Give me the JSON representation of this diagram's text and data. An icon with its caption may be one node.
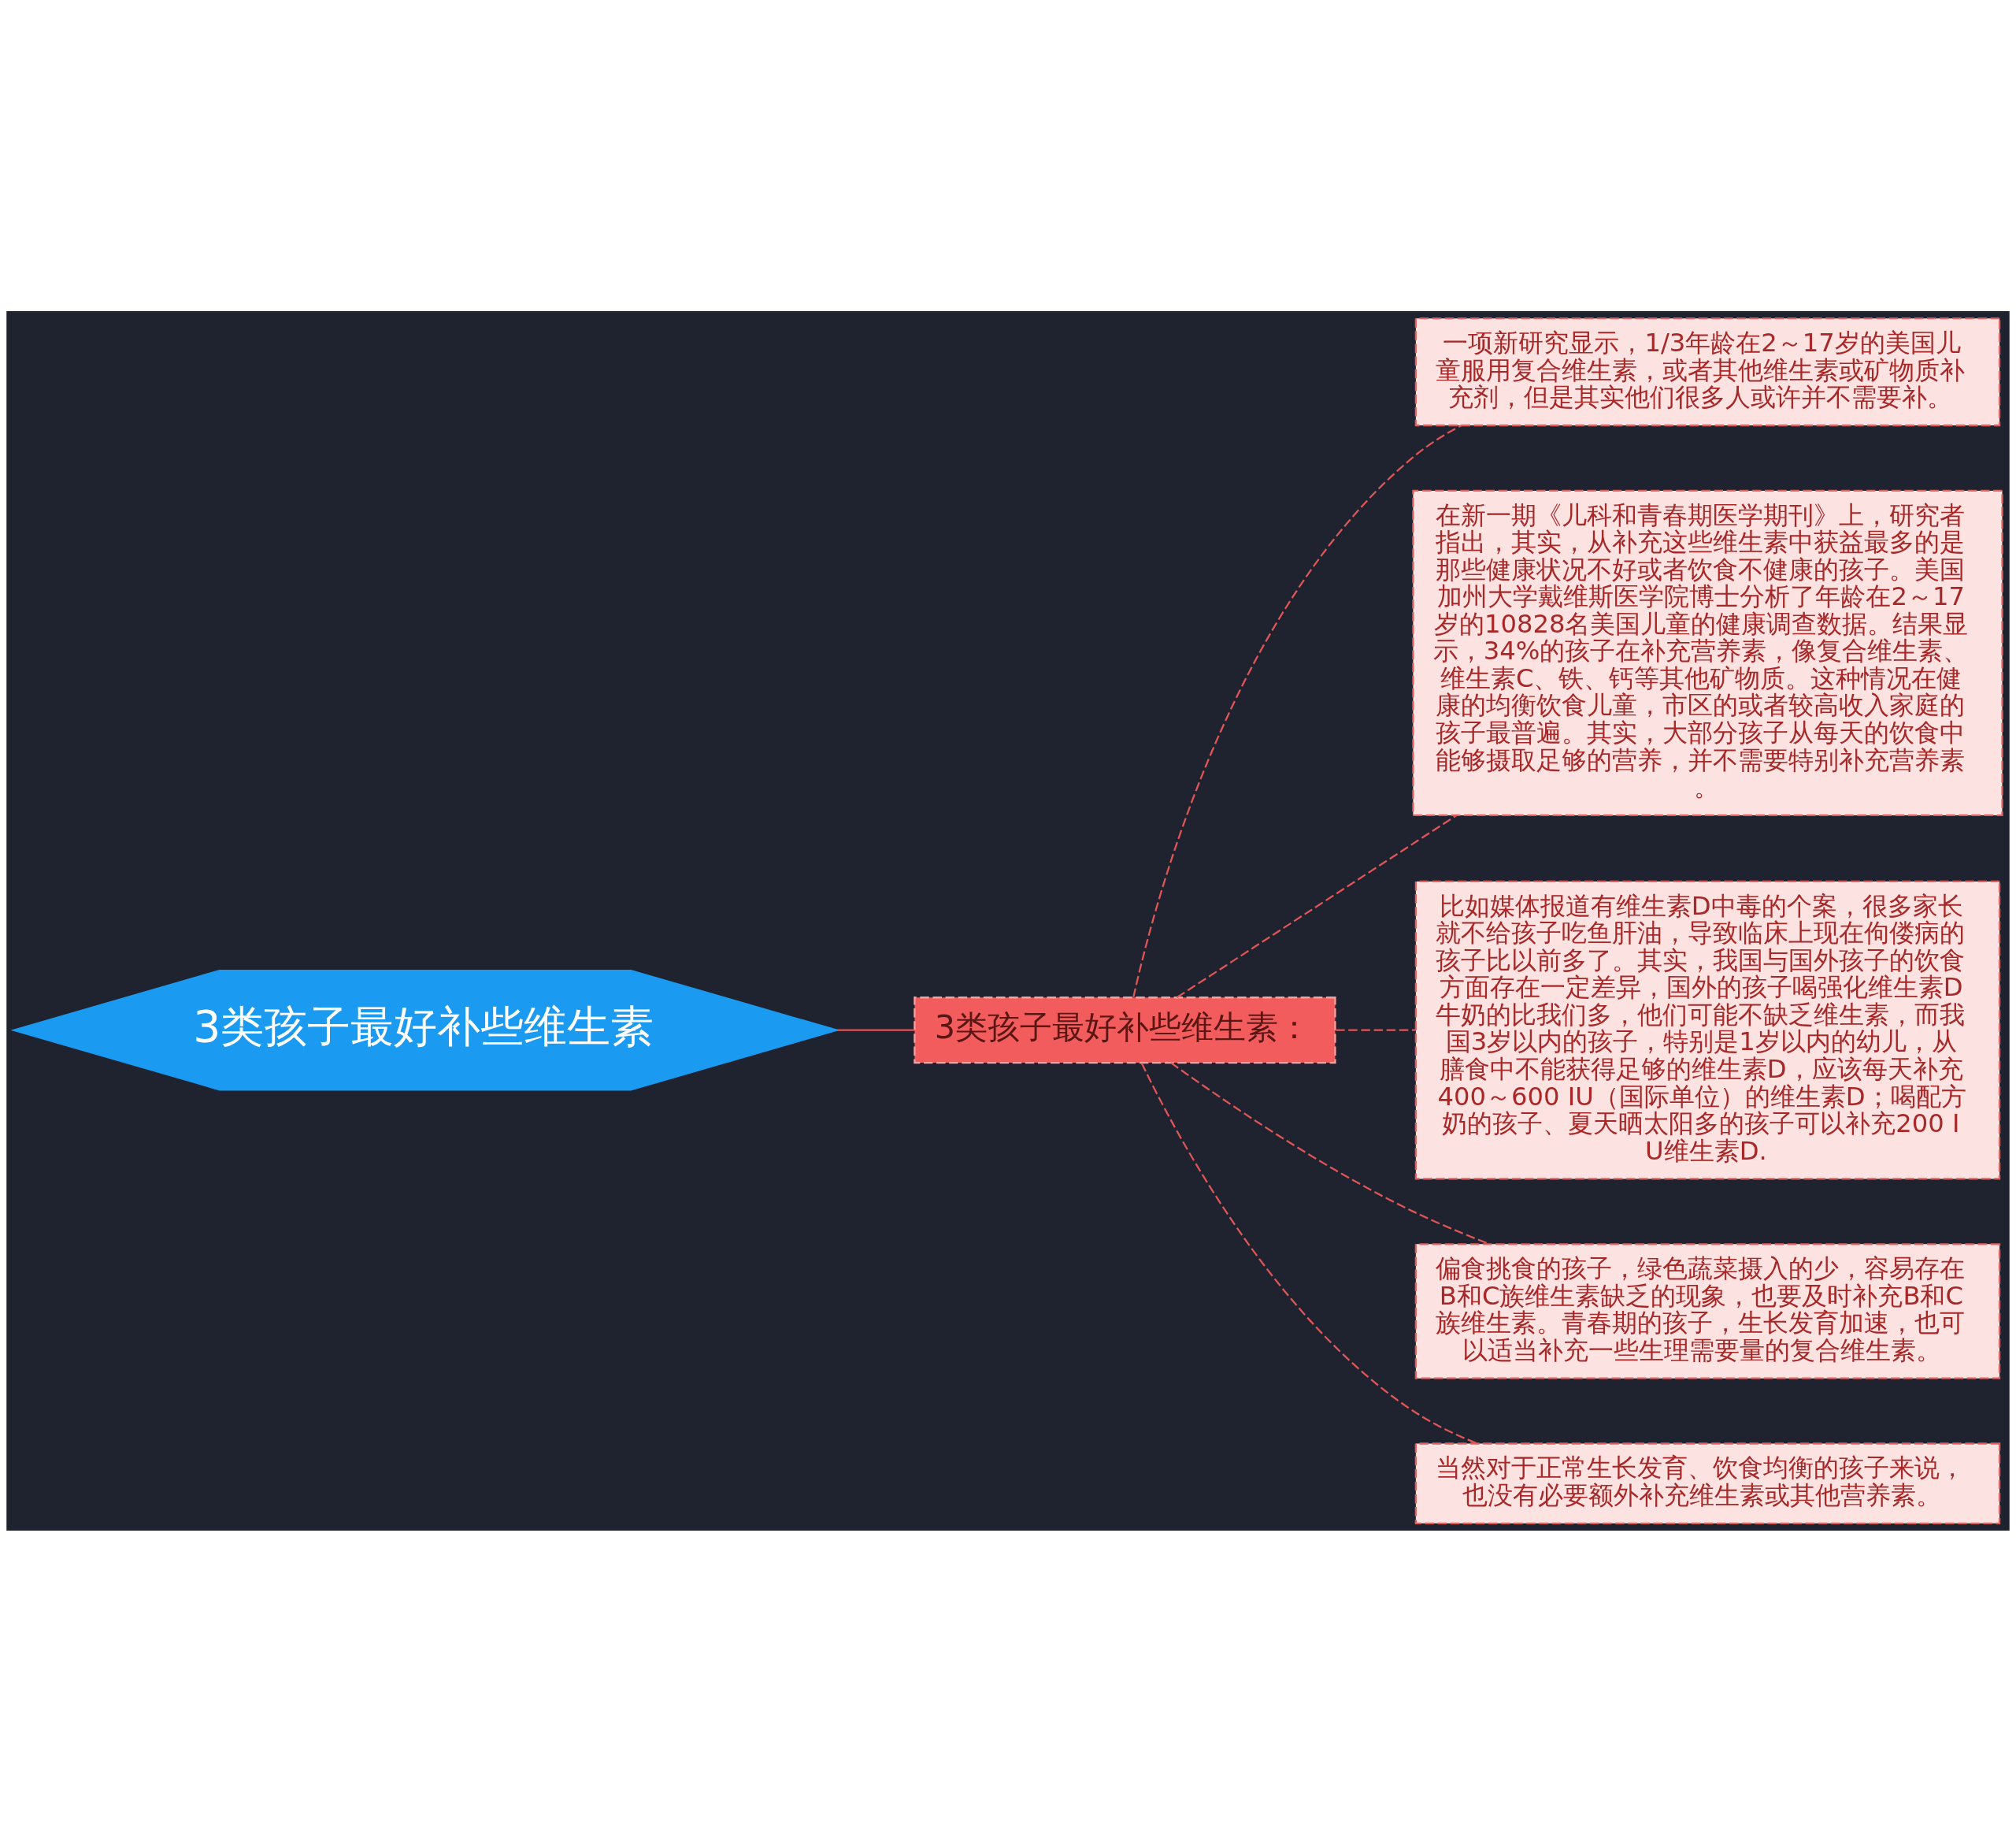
{
  "diagram": {
    "nodes": [
      {
        "text": [
          "3类孩子最好补些维生素"
        ]
      },
      {
        "text": [
          "3类孩子最好补些维生素："
        ]
      },
      {
        "text": [
          "一项新研究显示，1/3年龄在2～17岁的美国儿童服用复合维生素，或者其他维生素或矿物质补充剂，但是其实他们很多人或许并不需要补。"
        ]
      },
      {
        "text": [
          "在新一期《儿科和青春期医学期刊》上，研究者指出，其实，从补充这些维生素中获益最多的是那些健康状况不好或者饮食不健康的孩子。美国加州大学戴维斯医学院博士分析了年龄在2～17岁的10828名美国儿童的健康调查数据。结果显示，34%的孩子在补充营养素，像复合维生素、维生素C、铁、钙等其他矿物质。这种情况在健康的均衡饮食儿童，市区的或者较高收入家庭的孩子最普遍。其实，大部分孩子从每天的饮食中能够摄取足够的营养，并不需要特别补充营养素。"
        ]
      },
      {
        "text": [
          "比如媒体报道有维生素D中毒的个案，很多家长就不给孩子吃鱼肝油，导致临床上现在佝偻病的孩子比以前多了。其实，我国与国外孩子的饮食方面存在一定差异，国外的孩子喝强化维生素D牛奶的比我们多，他们可能不缺乏维生素，而我国3岁以内的孩子，特别是1岁以内的幼儿，从膳食中不能获得足够的维生素D，应该每天补充400～600 IU（国际单位）的维生素D；喝配方奶的孩子、夏天晒太阳多的孩子可以补充200 IU维生素D."
        ]
      },
      {
        "text": [
          "偏食挑食的孩子，绿色蔬菜摄入的少，容易存在B和C族维生素缺乏的现象，也要及时补充B和C族维生素。青春期的孩子，生长发育加速，也可以适当补充一些生理需要量的复合维生素。"
        ]
      },
      {
        "text": [
          "当然对于正常生长发育、饮食均衡的孩子来说，也没有必要额外补充维生素或其他营养素。"
        ]
      }
    ],
    "edges": [
      {
        "from": 0,
        "to": 1,
        "arrow": "none"
      },
      {
        "from": 1,
        "to": 2,
        "arrow": "none",
        "style": "dashed"
      },
      {
        "from": 1,
        "to": 3,
        "arrow": "none",
        "style": "dashed"
      },
      {
        "from": 1,
        "to": 4,
        "arrow": "none",
        "style": "dashed"
      },
      {
        "from": 1,
        "to": 5,
        "arrow": "none",
        "style": "dashed"
      },
      {
        "from": 1,
        "to": 6,
        "arrow": "none",
        "style": "dashed"
      }
    ]
  }
}
